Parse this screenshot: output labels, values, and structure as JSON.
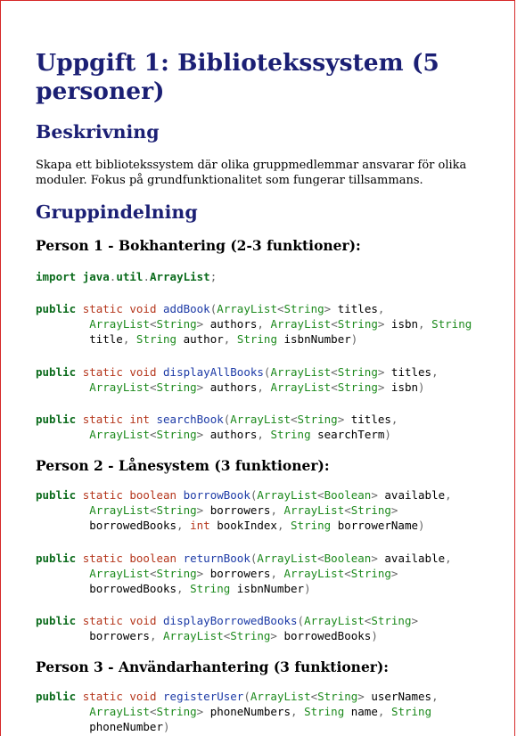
{
  "title": "Uppgift 1: Bibliotekssystem (5 personer)",
  "sections": {
    "description_heading": "Beskrivning",
    "description_text": "Skapa ett bibliotekssystem där olika gruppmedlemmar ansvarar för olika moduler. Fokus på grundfunktionalitet som fungerar tillsammans.",
    "groups_heading": "Gruppindelning"
  },
  "persons": [
    {
      "heading": "Person 1 - Bokhantering (2-3 funktioner):"
    },
    {
      "heading": "Person 2 - Lånesystem (3 funktioner):"
    },
    {
      "heading": "Person 3 - Användarhantering (3 funktioner):"
    }
  ],
  "code": {
    "import_line": "import java.util.ArrayList;",
    "p1_a": [
      "public static void addBook(ArrayList<String> titles,",
      "ArrayList<String> authors, ArrayList<String> isbn, String",
      "title, String author, String isbnNumber)"
    ],
    "p1_b": [
      "public static void displayAllBooks(ArrayList<String> titles,",
      "ArrayList<String> authors, ArrayList<String> isbn)"
    ],
    "p1_c": [
      "public static int searchBook(ArrayList<String> titles,",
      "ArrayList<String> authors, String searchTerm)"
    ],
    "p2_a": [
      "public static boolean borrowBook(ArrayList<Boolean> available,",
      "ArrayList<String> borrowers, ArrayList<String>",
      "borrowedBooks, int bookIndex, String borrowerName)"
    ],
    "p2_b": [
      "public static boolean returnBook(ArrayList<Boolean> available,",
      "ArrayList<String> borrowers, ArrayList<String>",
      "borrowedBooks, String isbnNumber)"
    ],
    "p2_c": [
      "public static void displayBorrowedBooks(ArrayList<String>",
      "borrowers, ArrayList<String> borrowedBooks)"
    ],
    "p3_a": [
      "public static void registerUser(ArrayList<String> userNames,",
      "ArrayList<String> phoneNumbers, String name, String",
      "phoneNumber)"
    ]
  }
}
